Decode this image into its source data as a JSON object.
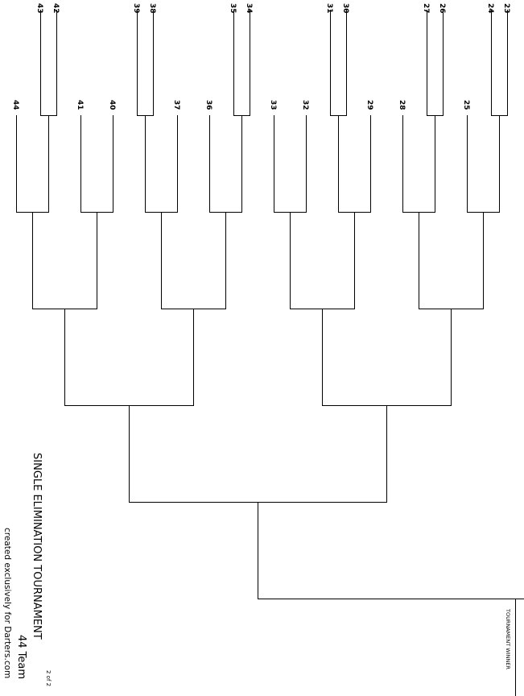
{
  "seeds": {
    "s42": "42",
    "s43": "43",
    "s39": "39",
    "s38": "38",
    "s35": "35",
    "s34": "34",
    "s31": "31",
    "s30": "30",
    "s27": "27",
    "s26": "26",
    "s24": "24",
    "s23": "23",
    "s44": "44",
    "s41": "41",
    "s40": "40",
    "s37": "37",
    "s36": "36",
    "s33": "33",
    "s32": "32",
    "s29": "29",
    "s28": "28",
    "s25": "25"
  },
  "title": {
    "main": "SINGLE ELIMINATION TOURNAMENT",
    "page": "2 of 2",
    "teams": "44 Team",
    "credit": "created exclusively for Darters.com"
  },
  "winner_label": "TOURNAMENT WINNER",
  "colors": {
    "line": "#000000",
    "background": "#ffffff"
  }
}
